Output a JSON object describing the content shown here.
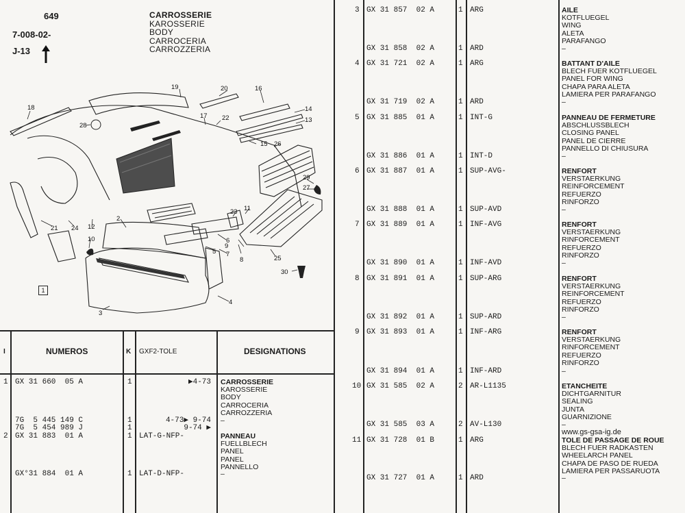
{
  "header": {
    "page_number": "649",
    "ref_code": "7-008-02-",
    "ref_j": "J-13",
    "titles": [
      "CARROSSERIE",
      "KAROSSERIE",
      "BODY",
      "CARROCERIA",
      "CARROZZERIA"
    ]
  },
  "figure": {
    "box_label": "1",
    "callouts": [
      "1",
      "2",
      "3",
      "4",
      "5",
      "6",
      "7",
      "8",
      "9",
      "10",
      "11",
      "12",
      "13",
      "14",
      "15",
      "16",
      "17",
      "18",
      "19",
      "20",
      "21",
      "22",
      "23",
      "24",
      "25",
      "26",
      "27",
      "28",
      "29",
      "30"
    ]
  },
  "left_table": {
    "headers": {
      "index": "I",
      "numeros": "NUMEROS",
      "k": "K",
      "gxf2": "GXF2-TOLE",
      "designations": "DESIGNATIONS"
    },
    "rows": [
      {
        "index": "1",
        "number": "GX 31 660  05 A",
        "qty": "1",
        "gxf": "▶4-73",
        "designations": [
          "CARROSSERIE",
          "KAROSSERIE",
          "BODY",
          "CARROCERIA",
          "CARROZZERIA"
        ]
      },
      {
        "index": "",
        "number": "7G  5 445 149 C",
        "qty": "1",
        "gxf": "4-73▶ 9-74",
        "designations": [
          "–"
        ]
      },
      {
        "index": "",
        "number": "7G  5 454 989 J",
        "qty": "1",
        "gxf": "9-74 ▶",
        "designations": []
      },
      {
        "index": "2",
        "number": "GX 31 883  01 A",
        "qty": "1",
        "gxf": "LAT-G-NFP-",
        "designations": [
          "PANNEAU",
          "FUELLBLECH",
          "PANEL",
          "PANEL",
          "PANNELLO"
        ]
      },
      {
        "index": "",
        "number": "GX°31 884  01 A",
        "qty": "1",
        "gxf": "LAT-D-NFP-",
        "designations": [
          "–"
        ]
      }
    ]
  },
  "right_table": {
    "rows": [
      {
        "index": "3",
        "number": "GX 31 857  02 A",
        "qty": "1",
        "gxf": "ARG",
        "designations": [
          "AILE",
          "KOTFLUEGEL",
          "WING",
          "ALETA",
          "PARAFANGO"
        ]
      },
      {
        "index": "",
        "number": "GX 31 858  02 A",
        "qty": "1",
        "gxf": "ARD",
        "designations": [
          "–"
        ]
      },
      {
        "index": "4",
        "number": "GX 31 721  02 A",
        "qty": "1",
        "gxf": "ARG",
        "designations": [
          "BATTANT D'AILE",
          "BLECH FUER KOTFLUEGEL",
          "PANEL FOR WING",
          "CHAPA PARA ALETA",
          "LAMIERA PER PARAFANGO"
        ]
      },
      {
        "index": "",
        "number": "GX 31 719  02 A",
        "qty": "1",
        "gxf": "ARD",
        "designations": [
          "–"
        ]
      },
      {
        "index": "5",
        "number": "GX 31 885  01 A",
        "qty": "1",
        "gxf": "INT-G",
        "designations": [
          "PANNEAU DE FERMETURE",
          "ABSCHLUSSBLECH",
          "CLOSING PANEL",
          "PANEL DE CIERRE",
          "PANNELLO DI CHIUSURA"
        ]
      },
      {
        "index": "",
        "number": "GX 31 886  01 A",
        "qty": "1",
        "gxf": "INT-D",
        "designations": [
          "–"
        ]
      },
      {
        "index": "6",
        "number": "GX 31 887  01 A",
        "qty": "1",
        "gxf": "SUP-AVG-",
        "designations": [
          "RENFORT",
          "VERSTAERKUNG",
          "REINFORCEMENT",
          "REFUERZO",
          "RINFORZO"
        ]
      },
      {
        "index": "",
        "number": "GX 31 888  01 A",
        "qty": "1",
        "gxf": "SUP-AVD",
        "designations": [
          "–"
        ]
      },
      {
        "index": "7",
        "number": "GX 31 889  01 A",
        "qty": "1",
        "gxf": "INF-AVG",
        "designations": [
          "RENFORT",
          "VERSTAERKUNG",
          "RINFORCEMENT",
          "REFUERZO",
          "RINFORZO"
        ]
      },
      {
        "index": "",
        "number": "GX 31 890  01 A",
        "qty": "1",
        "gxf": "INF-AVD",
        "designations": [
          "–"
        ]
      },
      {
        "index": "8",
        "number": "GX 31 891  01 A",
        "qty": "1",
        "gxf": "SUP-ARG",
        "designations": [
          "RENFORT",
          "VERSTAERKUNG",
          "REINFORCEMENT",
          "REFUERZO",
          "RINFORZO"
        ]
      },
      {
        "index": "",
        "number": "GX 31 892  01 A",
        "qty": "1",
        "gxf": "SUP-ARD",
        "designations": [
          "–"
        ]
      },
      {
        "index": "9",
        "number": "GX 31 893  01 A",
        "qty": "1",
        "gxf": "INF-ARG",
        "designations": [
          "RENFORT",
          "VERSTAERKUNG",
          "RINFORCEMENT",
          "REFUERZO",
          "RINFORZO"
        ]
      },
      {
        "index": "",
        "number": "GX 31 894  01 A",
        "qty": "1",
        "gxf": "INF-ARD",
        "designations": [
          "–"
        ]
      },
      {
        "index": "10",
        "number": "GX 31 585  02 A",
        "qty": "2",
        "gxf": "AR-L1135",
        "designations": [
          "ETANCHEITE",
          "DICHTGARNITUR",
          "SEALING",
          "JUNTA",
          "GUARNIZIONE"
        ]
      },
      {
        "index": "",
        "number": "GX 31 585  03 A",
        "qty": "2",
        "gxf": "AV-L130",
        "designations": [
          "–"
        ]
      },
      {
        "index": "11",
        "number": "GX 31 728  01 B",
        "qty": "1",
        "gxf": "ARG",
        "designations": [
          "TOLE DE PASSAGE DE ROUE",
          "BLECH FUER RADKASTEN",
          "WHEELARCH PANEL",
          "CHAPA DE PASO DE RUEDA",
          "LAMIERA PER PASSARUOTA"
        ]
      },
      {
        "index": "",
        "number": "GX 31 727  01 A",
        "qty": "1",
        "gxf": "ARD",
        "designations": [
          "–"
        ]
      }
    ]
  },
  "website": "www.gs-gsa-ig.de"
}
